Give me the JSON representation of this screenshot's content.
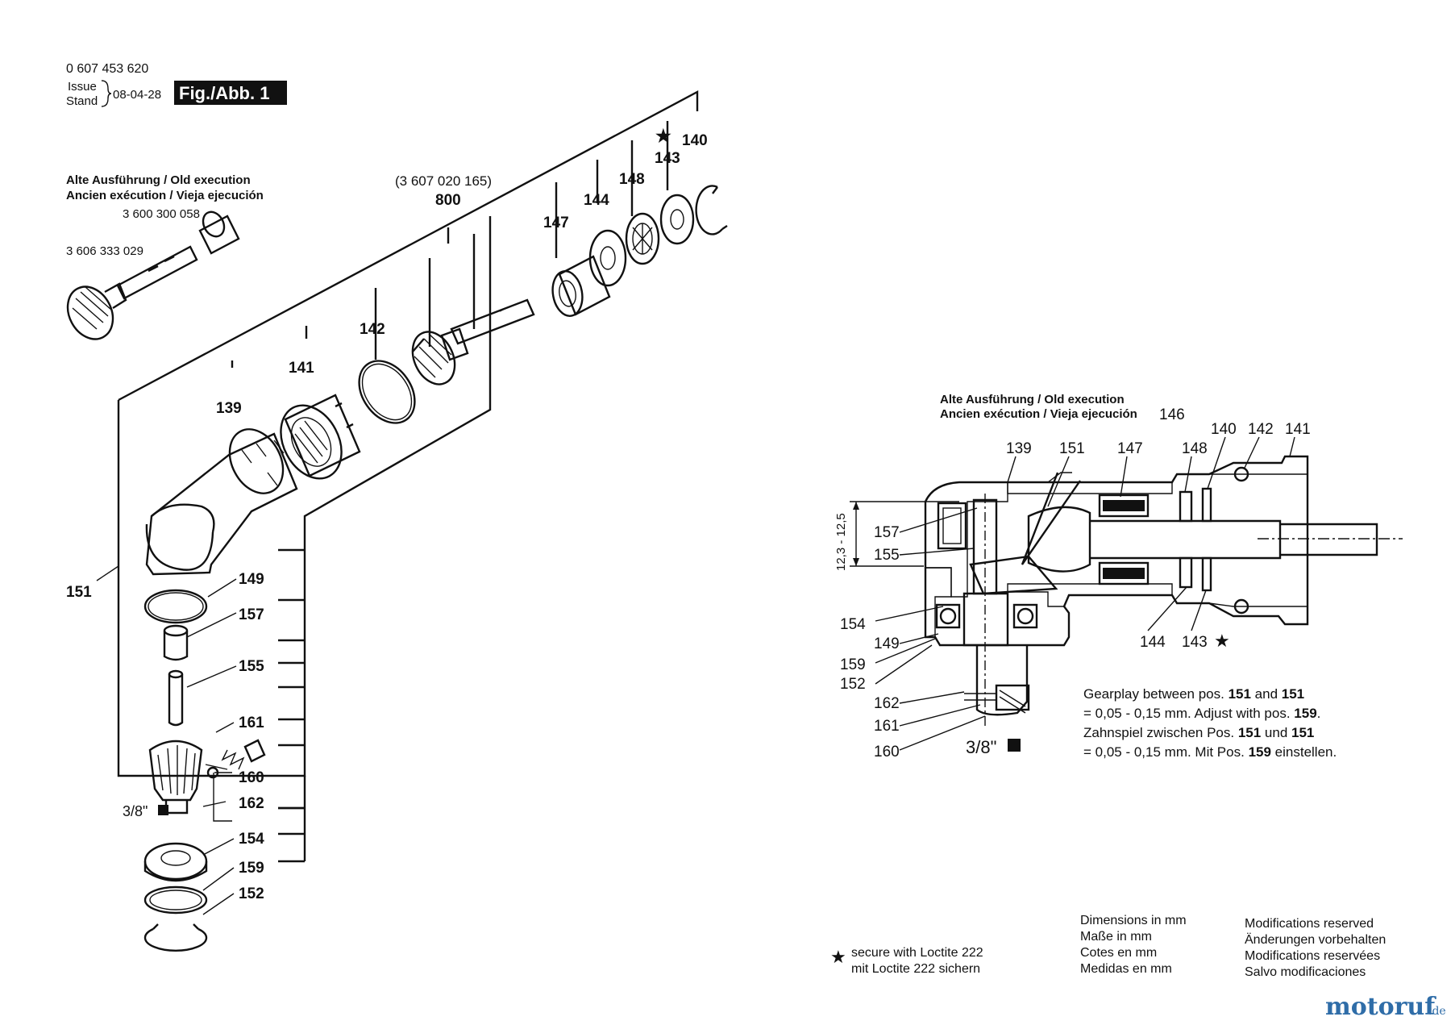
{
  "header": {
    "doc_number": "0 607 453 620",
    "issue_label": "Issue",
    "stand_label": "Stand",
    "date": "08-04-28",
    "figure_label": "Fig./Abb. 1"
  },
  "old_execution": {
    "line1": "Alte Ausführung / Old execution",
    "line2": "Ancien exécution / Vieja ejecución",
    "part_a": "3 600 300 058",
    "part_b": "3 606 333 029"
  },
  "assembly_800": {
    "part_number": "(3 607 020 165)",
    "label": "800"
  },
  "exploded_labels": {
    "p140": "140",
    "p143": "143",
    "p148": "148",
    "p144": "144",
    "p147": "147",
    "p142": "142",
    "p141": "141",
    "p139": "139",
    "p151": "151",
    "p149": "149",
    "p157": "157",
    "p155": "155",
    "p161": "161",
    "p160": "160",
    "p162": "162",
    "p154": "154",
    "p159": "159",
    "p152": "152",
    "drive_size": "3/8\""
  },
  "star_symbol": "★",
  "section": {
    "old1": "Alte Ausführung / Old execution",
    "old2": "Ancien exécution / Vieja ejecución",
    "p146": "146",
    "top": [
      "139",
      "151",
      "147",
      "148",
      "140",
      "142",
      "141"
    ],
    "left": [
      "157",
      "155",
      "154",
      "149",
      "159",
      "152",
      "162",
      "161",
      "160"
    ],
    "dim_label": "12,3 - 12,5",
    "bottom_144": "144",
    "bottom_143": "143",
    "drive_size": "3/8\""
  },
  "gearplay_note": {
    "en1_pre": "Gearplay between pos. ",
    "en1_b1": "151",
    "en1_mid": " and ",
    "en1_b2": "151",
    "en2_pre": "= 0,05 - 0,15 mm. Adjust with pos. ",
    "en2_b": "159",
    "en2_post": ".",
    "de1_pre": "Zahnspiel zwischen Pos. ",
    "de1_b1": "151",
    "de1_mid": " und ",
    "de1_b2": "151",
    "de2_pre": "= 0,05 - 0,15 mm. Mit Pos. ",
    "de2_b": "159",
    "de2_post": " einstellen."
  },
  "footer": {
    "loctite1": "secure with Loctite 222",
    "loctite2": "mit Loctite 222 sichern",
    "dimensions": [
      "Dimensions in mm",
      "Maße in mm",
      "Cotes en mm",
      "Medidas en mm"
    ],
    "modifications": [
      "Modifications reserved",
      "Änderungen vorbehalten",
      "Modifications reservées",
      "Salvo modificaciones"
    ],
    "logo": "motoruf",
    "logo_tld": ".de"
  }
}
